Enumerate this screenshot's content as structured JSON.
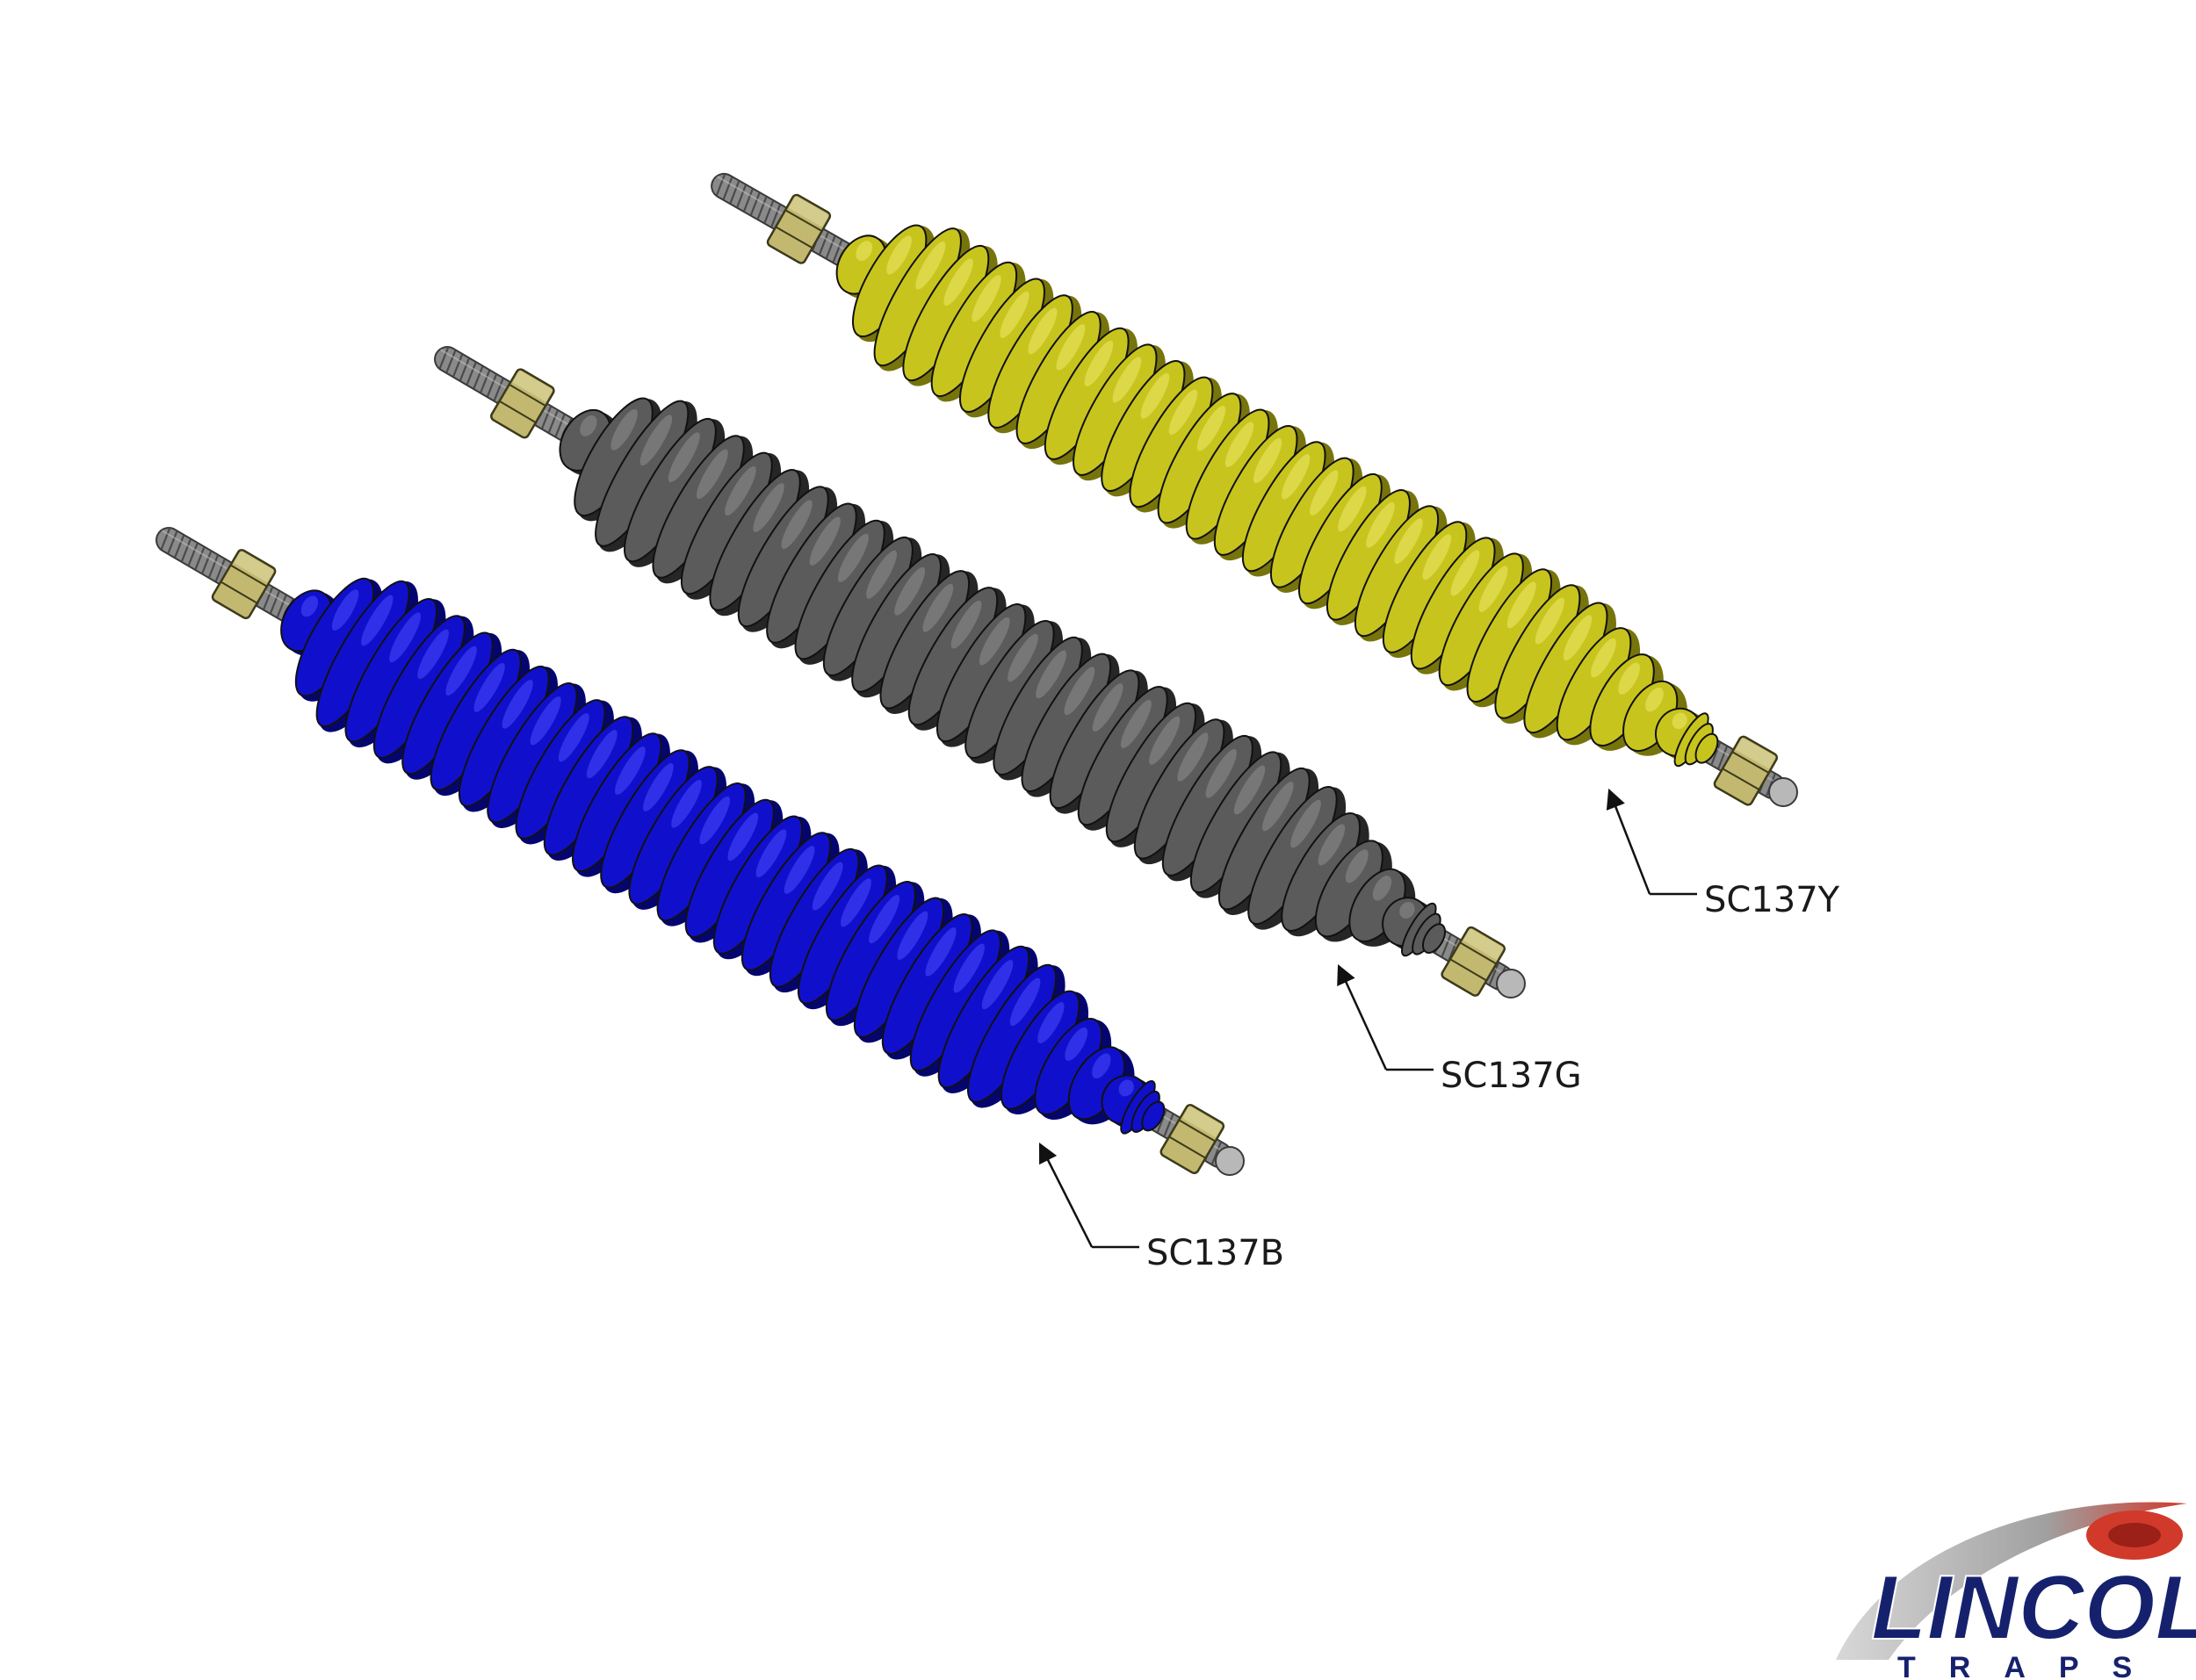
{
  "parts": [
    {
      "label": "SC137Y",
      "boot_color": "#c8c41e",
      "boot_dark": "#77740c",
      "boot_light": "#ecea6a"
    },
    {
      "label": "SC137G",
      "boot_color": "#5b5b5b",
      "boot_dark": "#262626",
      "boot_light": "#8e8e8e"
    },
    {
      "label": "SC137B",
      "boot_color": "#1010cc",
      "boot_dark": "#050570",
      "boot_light": "#4a4aff"
    }
  ],
  "thread_color": "#8a8a8a",
  "nut_color": "#c2b870",
  "logo": {
    "main": "LINCOLN",
    "sub": "TRAPS",
    "primary_color": "#16216e",
    "accent_color": "#d13a2a"
  }
}
